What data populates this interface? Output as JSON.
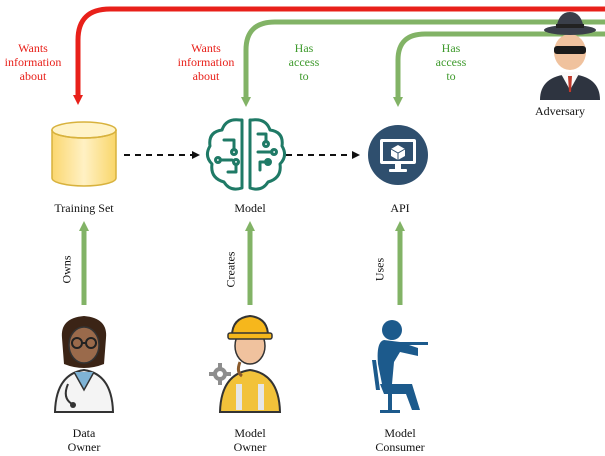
{
  "nodes": {
    "training_set": "Training Set",
    "model": "Model",
    "api": "API",
    "adversary": "Adversary"
  },
  "actors": {
    "data_owner": [
      "Data",
      "Owner"
    ],
    "model_owner": [
      "Model",
      "Owner"
    ],
    "model_consumer": [
      "Model",
      "Consumer"
    ]
  },
  "edges": {
    "owns": "Owns",
    "creates": "Creates",
    "uses": "Uses",
    "wants_info_1": [
      "Wants",
      "information",
      "about"
    ],
    "wants_info_2": [
      "Wants",
      "information",
      "about"
    ],
    "has_access_1": [
      "Has",
      "access",
      "to"
    ],
    "has_access_2": [
      "Has",
      "access",
      "to"
    ]
  },
  "colors": {
    "wants": "#e8201a",
    "access": "#82b366",
    "uses_arrows": "#82b366",
    "cylinder": "#fde8a0",
    "model_icon": "#1f7a66",
    "api_icon": "#2f4f6e"
  }
}
